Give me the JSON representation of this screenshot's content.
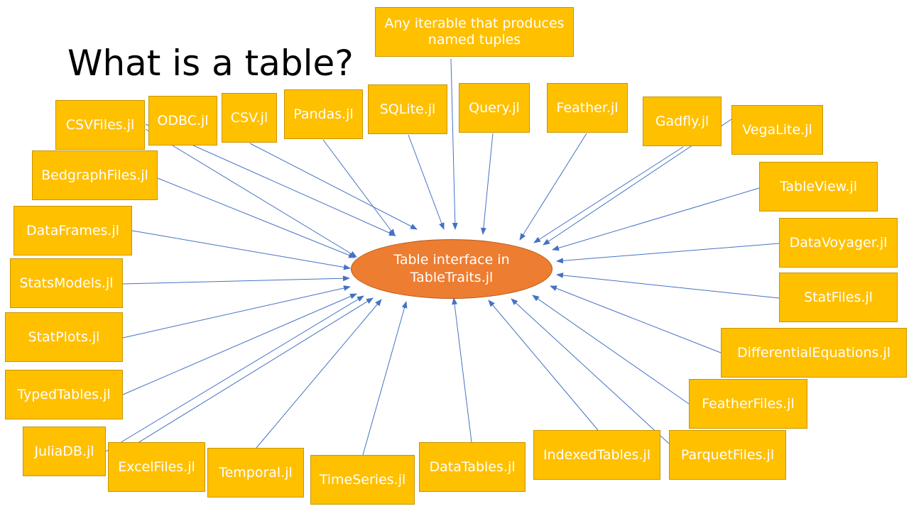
{
  "title": "What is a table?",
  "hub": {
    "line1": "Table interface in",
    "line2": "TableTraits.jl"
  },
  "colors": {
    "node_fill": "#ffc000",
    "hub_fill": "#ed7d31",
    "arrow": "#4472c4",
    "text": "#ffffff"
  },
  "nodes": [
    {
      "id": "iterable-note",
      "label": "Any iterable that produces named tuples"
    },
    {
      "id": "csvfiles",
      "label": "CSVFiles.jl"
    },
    {
      "id": "odbc",
      "label": "ODBC.jl"
    },
    {
      "id": "csv",
      "label": "CSV.jl"
    },
    {
      "id": "pandas",
      "label": "Pandas.jl"
    },
    {
      "id": "sqlite",
      "label": "SQLite.jl"
    },
    {
      "id": "query",
      "label": "Query.jl"
    },
    {
      "id": "feather",
      "label": "Feather.jl"
    },
    {
      "id": "gadfly",
      "label": "Gadfly.jl"
    },
    {
      "id": "vegalite",
      "label": "VegaLite.jl"
    },
    {
      "id": "bedgraphfiles",
      "label": "BedgraphFiles.jl"
    },
    {
      "id": "tableview",
      "label": "TableView.jl"
    },
    {
      "id": "dataframes",
      "label": "DataFrames.jl"
    },
    {
      "id": "datavoyager",
      "label": "DataVoyager.jl"
    },
    {
      "id": "statsmodels",
      "label": "StatsModels.jl"
    },
    {
      "id": "statfiles",
      "label": "StatFiles.jl"
    },
    {
      "id": "statplots",
      "label": "StatPlots.jl"
    },
    {
      "id": "differentialequations",
      "label": "DifferentialEquations.jl"
    },
    {
      "id": "typedtables",
      "label": "TypedTables.jl"
    },
    {
      "id": "featherfiles",
      "label": "FeatherFiles.jl"
    },
    {
      "id": "juliadb",
      "label": "JuliaDB.jl"
    },
    {
      "id": "excelfiles",
      "label": "ExcelFiles.jl"
    },
    {
      "id": "temporal",
      "label": "Temporal.jl"
    },
    {
      "id": "timeseries",
      "label": "TimeSeries.jl"
    },
    {
      "id": "datatables",
      "label": "DataTables.jl"
    },
    {
      "id": "indexedtables",
      "label": "IndexedTables.jl"
    },
    {
      "id": "parquetfiles",
      "label": "ParquetFiles.jl"
    }
  ]
}
